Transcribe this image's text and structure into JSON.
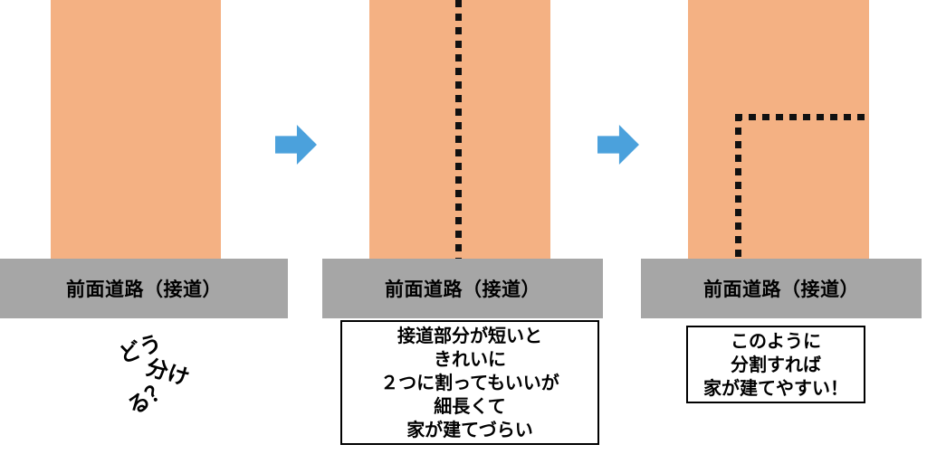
{
  "colors": {
    "land": "#F4B183",
    "road": "#A6A6A6",
    "arrow": "#4BA1DC",
    "dotted_line": "#111111",
    "caption_bg": "#FFFFFF",
    "text": "#000000"
  },
  "icons": {
    "panel_transition": "right-arrow"
  },
  "panels": [
    {
      "road_label": "前面道路（接道）",
      "note_fragments": [
        "どう",
        "分け",
        "る？"
      ]
    },
    {
      "road_label": "前面道路（接道）",
      "caption_lines": [
        "接道部分が短いと",
        "きれいに",
        "２つに割ってもいいが",
        "細長くて",
        "家が建てづらい"
      ]
    },
    {
      "road_label": "前面道路（接道）",
      "caption_lines": [
        "このように",
        "分割すれば",
        "家が建てやすい！"
      ]
    }
  ]
}
